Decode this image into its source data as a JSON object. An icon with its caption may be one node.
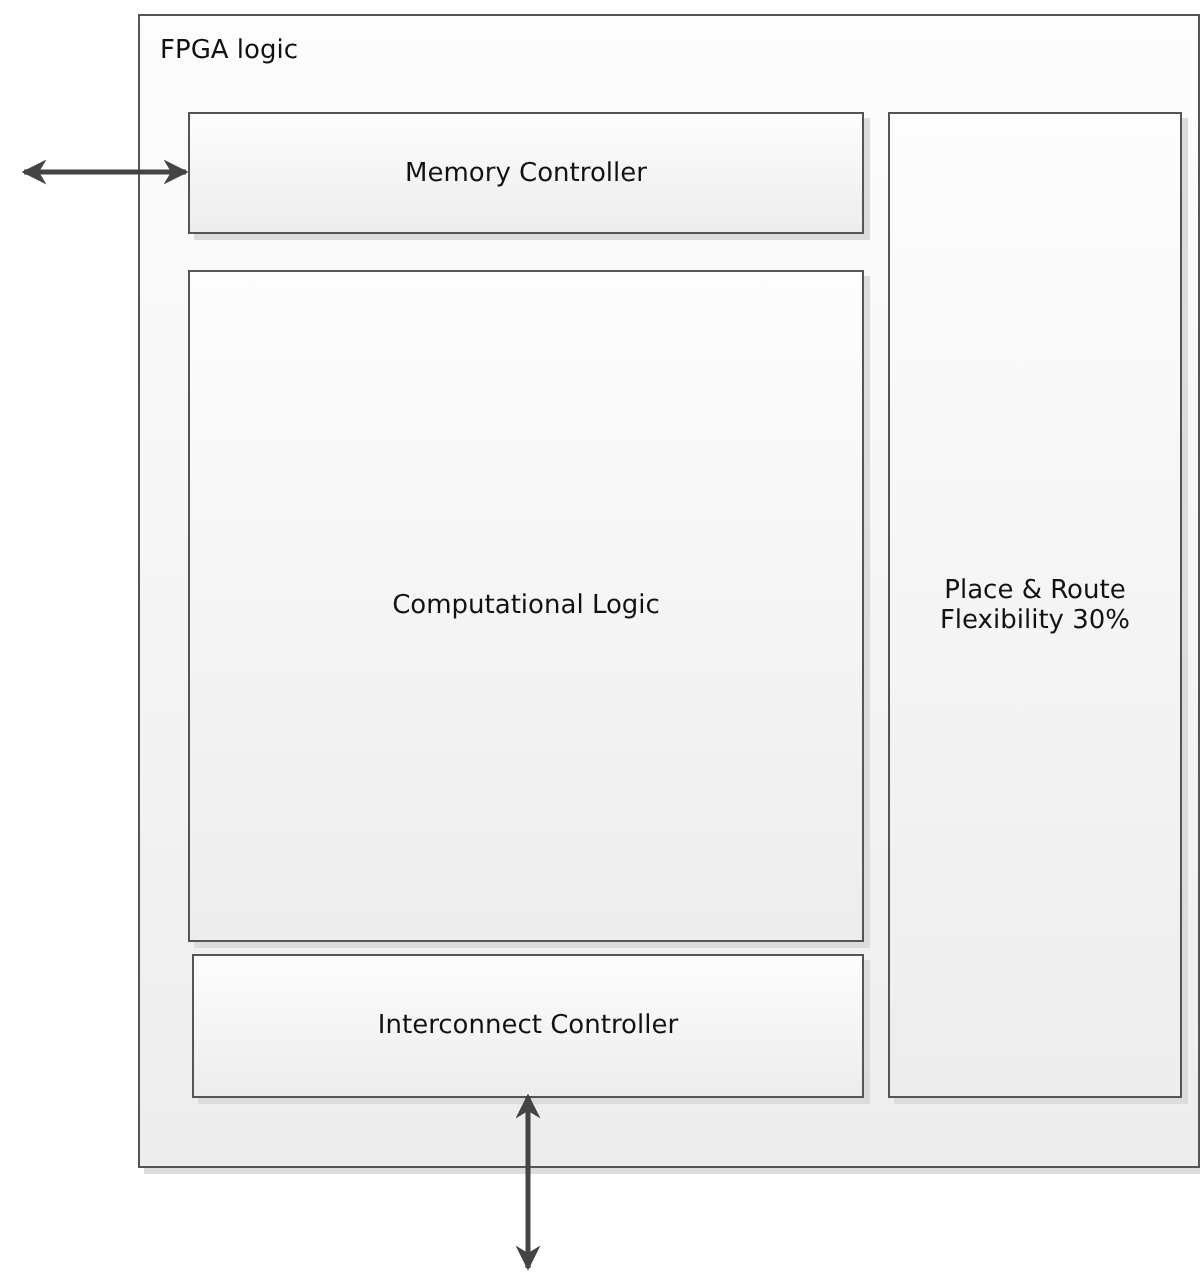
{
  "diagram": {
    "nodes": [
      {
        "text": [
          "FPGA logic"
        ]
      },
      {
        "text": [
          "Memory Controller"
        ],
        "in": 0
      },
      {
        "text": [
          "Computational Logic"
        ],
        "in": 0
      },
      {
        "text": [
          "Interconnect Controller"
        ],
        "in": 0
      },
      {
        "text": [
          "Place & Route Flexibility 30%"
        ],
        "in": 0
      }
    ],
    "edges": [
      {
        "from": null,
        "to": 1,
        "arrow": "both"
      },
      {
        "from": 3,
        "to": null,
        "arrow": "both"
      }
    ]
  }
}
